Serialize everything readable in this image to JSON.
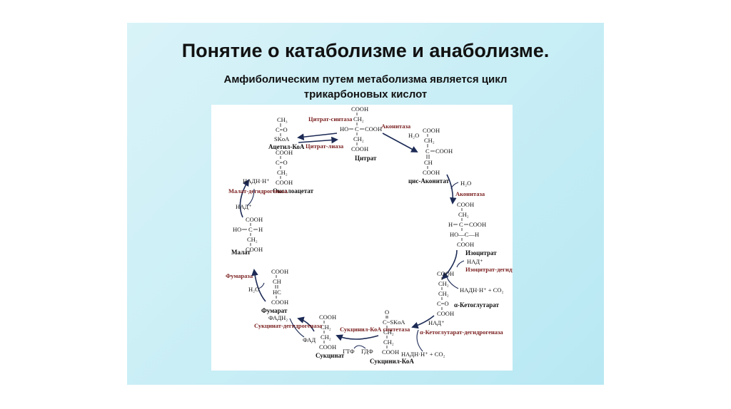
{
  "slide": {
    "title": "Понятие о катаболизме и анаболизме.",
    "subtitle_line1": "Амфиболическим путем метаболизма является цикл",
    "subtitle_line2": "трикарбоновых кислот"
  },
  "colors": {
    "background": "#c9eef6",
    "enzyme_text": "#7a1f1f",
    "arrow": "#1c2a55"
  },
  "cycle": {
    "citrate": {
      "name": "Цитрат",
      "cooh": "COOH",
      "ch2": "CH₂",
      "ho": "HO",
      "c": "C",
      "cooh2": "COOH"
    },
    "acetyl": {
      "ch3": "CH₃",
      "co": "C=O",
      "skoa": "SKoA",
      "name": "Ацетил-КоА"
    },
    "oxalo": {
      "cooh": "COOH",
      "co": "C=O",
      "ch2": "CH₂",
      "cooh2": "COOH",
      "name": "Оксалоацетат"
    },
    "cisacon": {
      "h2o": "H₂O",
      "cooh": "COOH",
      "ch2": "CH₂",
      "c": "C",
      "cooh_side": "COOH",
      "ch": "CH",
      "cooh2": "COOH",
      "name": "цис-Аконитат"
    },
    "isocitrate": {
      "cooh": "COOH",
      "ch2": "CH₂",
      "h": "H",
      "c": "C",
      "cooh_side": "COOH",
      "oh": "OH",
      "ho_c": "HO—C—H",
      "cooh2": "COOH",
      "name": "Изоцитрат"
    },
    "ketoglut": {
      "cooh": "COOH",
      "ch2": "CH₂",
      "co": "C=O",
      "cooh2": "COOH",
      "name": "α-Кетоглутарат"
    },
    "succoa": {
      "c_skoa": "C~SKoA",
      "o": "O",
      "ch2": "CH₂",
      "cooh": "COOH",
      "name": "Сукцинил-КоА"
    },
    "succinate": {
      "cooh": "COOH",
      "ch2": "CH₂",
      "cooh2": "COOH",
      "name": "Сукцинат"
    },
    "fumarate": {
      "cooh": "COOH",
      "ch": "CH",
      "hc": "HC",
      "cooh2": "COOH",
      "name": "Фумарат"
    },
    "malate": {
      "cooh": "COOH",
      "ho": "HO",
      "c": "C",
      "h": "H",
      "ch2": "CH₂",
      "cooh2": "COOH",
      "name": "Малат"
    }
  },
  "enzymes": {
    "citrate_synthase": "Цитрат-синтаза",
    "citrate_lyase": "Цитрат-лиаза",
    "aconitase_top": "Аконитаза",
    "aconitase_right": "Аконитаза",
    "isocitrate_dh": "Изоцитрат-дегидрогеназа",
    "akg_dh": "α-Кетоглутарат-дегидрогеназа",
    "succinyl_synthetase": "Сукцинил-КоА синтетаза",
    "succinate_dh": "Сукцинат-дегидрогеназа",
    "fumarase": "Фумараза",
    "malate_dh": "Малат-дегидрогеназа"
  },
  "cofactors": {
    "h2o_aconitase": "H₂O",
    "nad_isocitrate": "НАД⁺",
    "nadh_isocitrate": "НАДН·Н⁺ + CO₂",
    "nad_akg": "НАД⁺",
    "nadh_akg": "НАДН·Н⁺ + CO₂",
    "gtf": "ГТФ",
    "gdf": "ГДФ",
    "fadh2": "ФАДН₂",
    "fad": "ФАД",
    "h2o_fumarase": "H₂O",
    "nad_malate": "НАД⁺",
    "nadh_malate": "НАДН·Н⁺"
  }
}
